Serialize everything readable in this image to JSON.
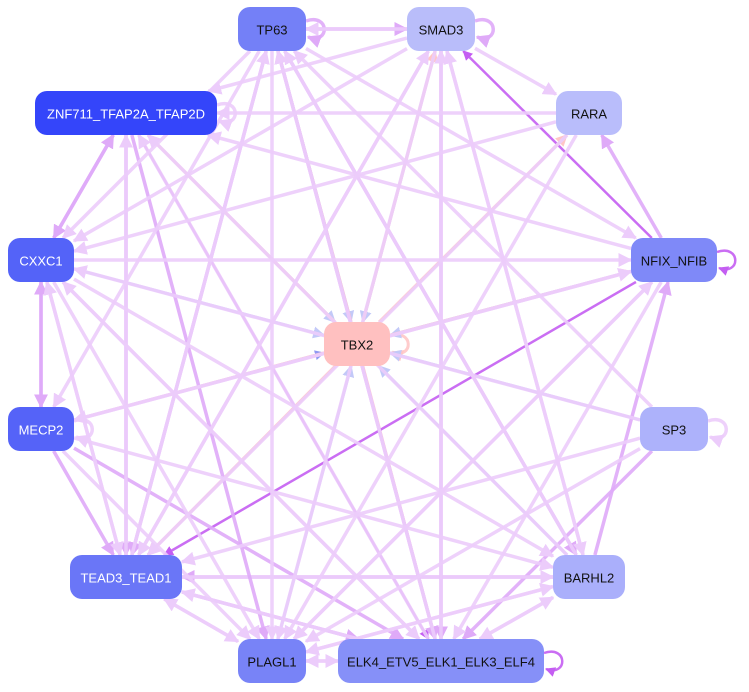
{
  "nodes": [
    {
      "id": "TP63",
      "label": "TP63",
      "color": "#7480f7",
      "text": "#111111"
    },
    {
      "id": "SMAD3",
      "label": "SMAD3",
      "color": "#b9bdfa",
      "text": "#111111"
    },
    {
      "id": "RARA",
      "label": "RARA",
      "color": "#b9bdfb",
      "text": "#111111"
    },
    {
      "id": "ZNF",
      "label": "ZNF711_TFAP2A_TFAP2D",
      "color": "#3445fa",
      "text": "#ffffff"
    },
    {
      "id": "NFIX",
      "label": "NFIX_NFIB",
      "color": "#7f89f8",
      "text": "#111111"
    },
    {
      "id": "CXXC1",
      "label": "CXXC1",
      "color": "#5463f8",
      "text": "#ffffff"
    },
    {
      "id": "TBX2",
      "label": "TBX2",
      "color": "#ffc0c0",
      "text": "#111111"
    },
    {
      "id": "MECP2",
      "label": "MECP2",
      "color": "#5563f8",
      "text": "#ffffff"
    },
    {
      "id": "SP3",
      "label": "SP3",
      "color": "#adb2fb",
      "text": "#111111"
    },
    {
      "id": "TEAD3",
      "label": "TEAD3_TEAD1",
      "color": "#6a76f7",
      "text": "#ffffff"
    },
    {
      "id": "BARHL2",
      "label": "BARHL2",
      "color": "#aaaffb",
      "text": "#111111"
    },
    {
      "id": "PLAGL1",
      "label": "PLAGL1",
      "color": "#7883f7",
      "text": "#111111"
    },
    {
      "id": "ELK4",
      "label": "ELK4_ETV5_ELK1_ELK3_ELF4",
      "color": "#8690f8",
      "text": "#111111"
    }
  ],
  "edge_colors": {
    "light": "#ecccfb",
    "mid": "#dfaaf8",
    "strong": "#c45ef2",
    "blue": "#c3c9f8",
    "bluestrong": "#8f98f2",
    "pink": "#ffc6c6"
  },
  "edges": [
    [
      "TP63",
      "TP63",
      "mid"
    ],
    [
      "SMAD3",
      "SMAD3",
      "mid"
    ],
    [
      "ZNF",
      "ZNF",
      "light"
    ],
    [
      "NFIX",
      "NFIX",
      "strong"
    ],
    [
      "SP3",
      "SP3",
      "light"
    ],
    [
      "ELK4",
      "ELK4",
      "strong"
    ],
    [
      "TBX2",
      "TBX2",
      "pink"
    ],
    [
      "MECP2",
      "MECP2",
      "light"
    ],
    [
      "TP63",
      "SMAD3",
      "mid"
    ],
    [
      "SMAD3",
      "TP63",
      "light"
    ],
    [
      "SMAD3",
      "RARA",
      "light"
    ],
    [
      "NFIX",
      "SMAD3",
      "strong"
    ],
    [
      "NFIX",
      "RARA",
      "mid"
    ],
    [
      "TP63",
      "TBX2",
      "blue"
    ],
    [
      "SMAD3",
      "TBX2",
      "blue"
    ],
    [
      "NFIX",
      "TBX2",
      "blue"
    ],
    [
      "SP3",
      "TBX2",
      "blue"
    ],
    [
      "BARHL2",
      "TBX2",
      "blue"
    ],
    [
      "PLAGL1",
      "TBX2",
      "blue"
    ],
    [
      "CXXC1",
      "TBX2",
      "blue"
    ],
    [
      "MECP2",
      "TBX2",
      "bluestrong"
    ],
    [
      "ZNF",
      "TBX2",
      "blue"
    ],
    [
      "TBX2",
      "TP63",
      "pink"
    ],
    [
      "TBX2",
      "SMAD3",
      "pink"
    ],
    [
      "TBX2",
      "RARA",
      "pink"
    ],
    [
      "TBX2",
      "NFIX",
      "pink"
    ],
    [
      "TBX2",
      "ZNF",
      "pink"
    ],
    [
      "TBX2",
      "MECP2",
      "pink"
    ],
    [
      "TBX2",
      "TEAD3",
      "pink"
    ],
    [
      "TBX2",
      "ELK4",
      "pink"
    ],
    [
      "NFIX",
      "TEAD3",
      "strong"
    ],
    [
      "ZNF",
      "ELK4",
      "strong"
    ],
    [
      "MECP2",
      "ELK4",
      "mid"
    ],
    [
      "TEAD3",
      "ELK4",
      "mid"
    ],
    [
      "BARHL2",
      "NFIX",
      "mid"
    ],
    [
      "SP3",
      "ELK4",
      "mid"
    ],
    [
      "BARHL2",
      "TEAD3",
      "mid"
    ],
    [
      "TEAD3",
      "BARHL2",
      "light"
    ],
    [
      "ZNF",
      "CXXC1",
      "mid"
    ],
    [
      "CXXC1",
      "ZNF",
      "mid"
    ],
    [
      "CXXC1",
      "MECP2",
      "mid"
    ],
    [
      "MECP2",
      "CXXC1",
      "mid"
    ],
    [
      "MECP2",
      "TEAD3",
      "mid"
    ],
    [
      "ZNF",
      "TEAD3",
      "mid"
    ],
    [
      "ZNF",
      "PLAGL1",
      "mid"
    ],
    [
      "TEAD3",
      "ZNF",
      "light"
    ],
    [
      "TP63",
      "TEAD3",
      "mid"
    ],
    [
      "TP63",
      "PLAGL1",
      "light"
    ],
    [
      "TP63",
      "ELK4",
      "mid"
    ],
    [
      "TP63",
      "BARHL2",
      "mid"
    ],
    [
      "TP63",
      "NFIX",
      "light"
    ],
    [
      "TP63",
      "CXXC1",
      "light"
    ],
    [
      "TP63",
      "MECP2",
      "light"
    ],
    [
      "SMAD3",
      "TEAD3",
      "light"
    ],
    [
      "SMAD3",
      "PLAGL1",
      "light"
    ],
    [
      "SMAD3",
      "ELK4",
      "mid"
    ],
    [
      "SMAD3",
      "BARHL2",
      "light"
    ],
    [
      "SMAD3",
      "CXXC1",
      "light"
    ],
    [
      "SMAD3",
      "ZNF",
      "light"
    ],
    [
      "RARA",
      "CXXC1",
      "light"
    ],
    [
      "RARA",
      "PLAGL1",
      "light"
    ],
    [
      "RARA",
      "TEAD3",
      "light"
    ],
    [
      "RARA",
      "ZNF",
      "light"
    ],
    [
      "NFIX",
      "ZNF",
      "light"
    ],
    [
      "NFIX",
      "PLAGL1",
      "light"
    ],
    [
      "NFIX",
      "MECP2",
      "light"
    ],
    [
      "NFIX",
      "ELK4",
      "light"
    ],
    [
      "SP3",
      "PLAGL1",
      "light"
    ],
    [
      "SP3",
      "TEAD3",
      "light"
    ],
    [
      "SP3",
      "TP63",
      "light"
    ],
    [
      "SP3",
      "CXXC1",
      "light"
    ],
    [
      "BARHL2",
      "TP63",
      "light"
    ],
    [
      "BARHL2",
      "SMAD3",
      "light"
    ],
    [
      "BARHL2",
      "PLAGL1",
      "light"
    ],
    [
      "BARHL2",
      "ELK4",
      "light"
    ],
    [
      "BARHL2",
      "ZNF",
      "light"
    ],
    [
      "ELK4",
      "BARHL2",
      "light"
    ],
    [
      "CXXC1",
      "TEAD3",
      "light"
    ],
    [
      "CXXC1",
      "PLAGL1",
      "light"
    ],
    [
      "CXXC1",
      "ELK4",
      "light"
    ],
    [
      "CXXC1",
      "BARHL2",
      "light"
    ],
    [
      "CXXC1",
      "NFIX",
      "light"
    ],
    [
      "MECP2",
      "PLAGL1",
      "light"
    ],
    [
      "MECP2",
      "NFIX",
      "light"
    ],
    [
      "MECP2",
      "BARHL2",
      "light"
    ],
    [
      "TEAD3",
      "PLAGL1",
      "light"
    ],
    [
      "PLAGL1",
      "ELK4",
      "light"
    ],
    [
      "ELK4",
      "PLAGL1",
      "light"
    ],
    [
      "PLAGL1",
      "TEAD3",
      "light"
    ],
    [
      "PLAGL1",
      "BARHL2",
      "light"
    ],
    [
      "PLAGL1",
      "NFIX",
      "light"
    ],
    [
      "ELK4",
      "TP63",
      "light"
    ],
    [
      "ELK4",
      "SMAD3",
      "light"
    ],
    [
      "ELK4",
      "ZNF",
      "light"
    ],
    [
      "ELK4",
      "CXXC1",
      "light"
    ],
    [
      "ELK4",
      "TEAD3",
      "light"
    ],
    [
      "TEAD3",
      "CXXC1",
      "light"
    ],
    [
      "TEAD3",
      "SMAD3",
      "light"
    ],
    [
      "TEAD3",
      "TP63",
      "light"
    ]
  ]
}
